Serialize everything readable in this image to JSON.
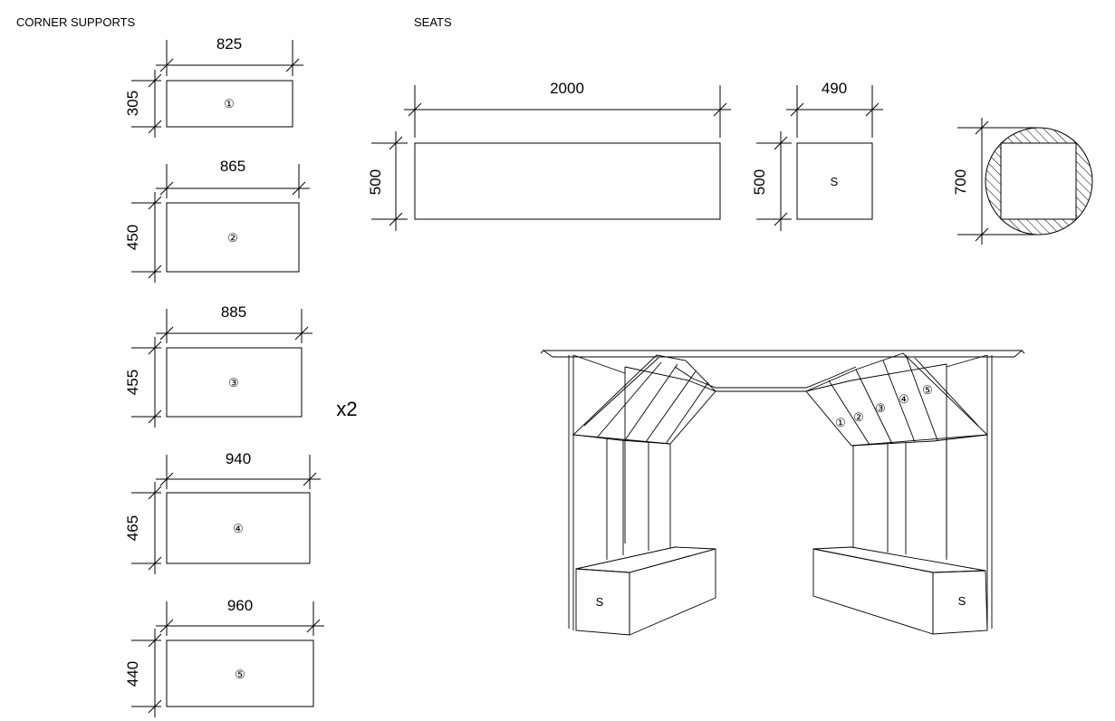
{
  "sections": {
    "corner_supports": "CORNER SUPPORTS",
    "seats": "SEATS"
  },
  "multiplier": "x2",
  "corner_supports": [
    {
      "id": "1",
      "mark": "①",
      "width": "825",
      "height": "305"
    },
    {
      "id": "2",
      "mark": "②",
      "width": "865",
      "height": "450"
    },
    {
      "id": "3",
      "mark": "③",
      "width": "885",
      "height": "455"
    },
    {
      "id": "4",
      "mark": "④",
      "width": "940",
      "height": "465"
    },
    {
      "id": "5",
      "mark": "⑤",
      "width": "960",
      "height": "440"
    }
  ],
  "seats": {
    "front": {
      "width": "2000",
      "height": "500"
    },
    "side": {
      "width": "490",
      "height": "500",
      "label": "S"
    },
    "section": {
      "diameter": "700"
    }
  },
  "view": {
    "seat_label": "S",
    "marks": [
      "①",
      "②",
      "③",
      "④",
      "⑤"
    ]
  }
}
